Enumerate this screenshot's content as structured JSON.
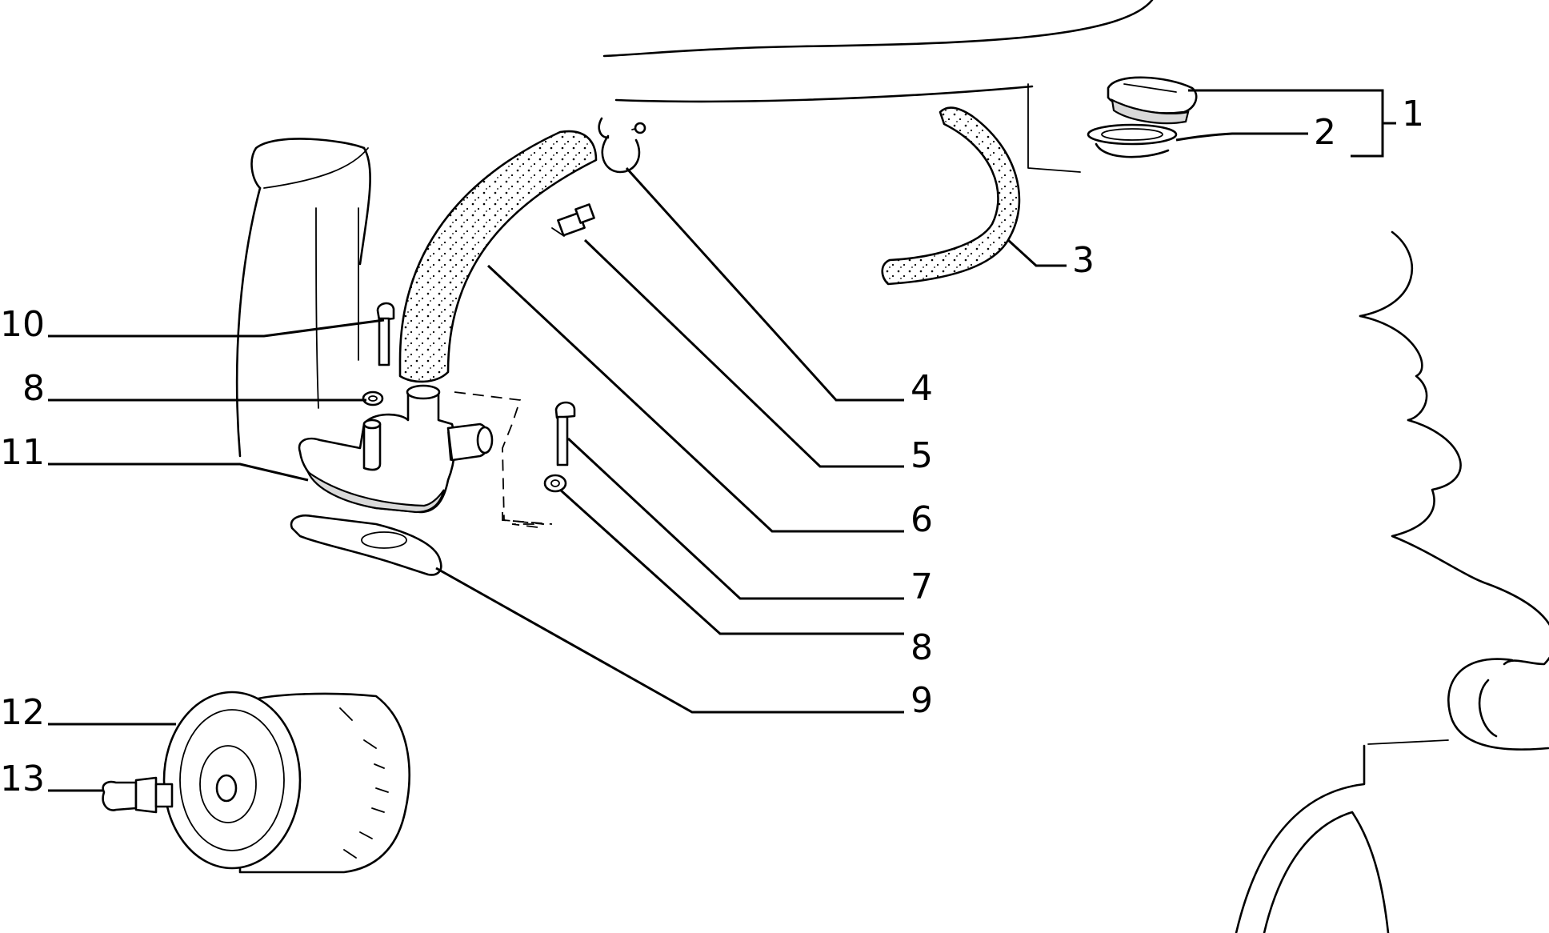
{
  "callouts": {
    "c1": "1",
    "c2": "2",
    "c3": "3",
    "c4": "4",
    "c5": "5",
    "c6": "6",
    "c7": "7",
    "c8_right": "8",
    "c9": "9",
    "c10": "10",
    "c8_left": "8",
    "c11": "11",
    "c12": "12",
    "c13": "13"
  }
}
